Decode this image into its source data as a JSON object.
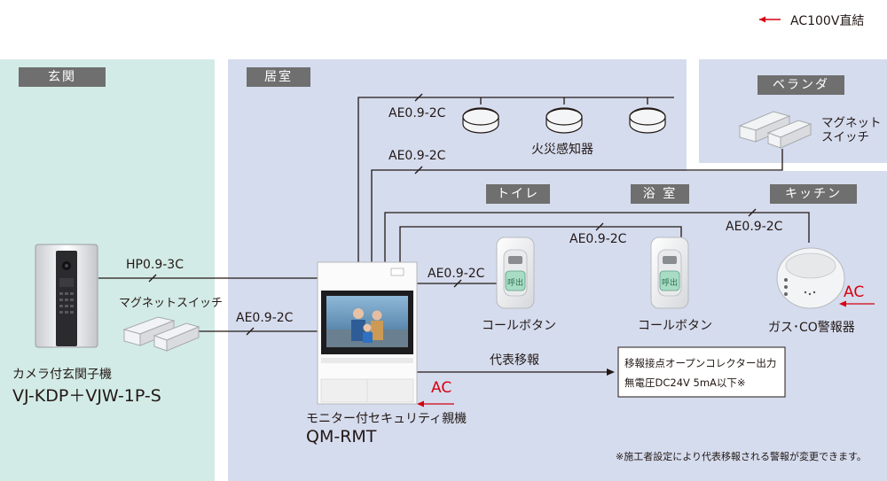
{
  "legend": {
    "ac_label": "AC100V直結"
  },
  "zones": {
    "entrance": "玄関",
    "living": "居室",
    "veranda": "ベランダ",
    "toilet": "トイレ",
    "bath": "浴 室",
    "kitchen": "キッチン"
  },
  "devices": {
    "door_station_caption": "カメラ付玄関子機",
    "door_station_model": "VJ-KDP＋VJW-1P-S",
    "monitor_caption": "モニター付セキュリティ親機",
    "monitor_model": "QM-RMT",
    "fire_alarm": "火災感知器",
    "magnet_switch_entrance": "マグネットスイッチ",
    "magnet_switch_veranda_line1": "マグネット",
    "magnet_switch_veranda_line2": "スイッチ",
    "call_button_toilet": "コールボタン",
    "call_button_bath": "コールボタン",
    "gas_co_alarm": "ガス･CO警報器",
    "call_button_face": "呼出"
  },
  "cables": {
    "hp": "HP0.9-3C",
    "ae_magnet": "AE0.9-2C",
    "ae_fire": "AE0.9-2C",
    "ae_veranda": "AE0.9-2C",
    "ae_toilet": "AE0.9-2C",
    "ae_bath": "AE0.9-2C",
    "ae_kitchen": "AE0.9-2C"
  },
  "power": {
    "ac_monitor": "AC",
    "ac_gas": "AC"
  },
  "output": {
    "relay_label": "代表移報",
    "box_line1": "移報接点オープンコレクター出力",
    "box_line2": "無電圧DC24V 5mA以下※"
  },
  "footnote": "※施工者設定により代表移報される警報が変更できます。",
  "colors": {
    "entrance_bg": "#d3ebe6",
    "living_bg": "#d5dcee",
    "tag_bg": "#6f6f6f",
    "ac_red": "#d7000f",
    "wire": "#231815"
  }
}
